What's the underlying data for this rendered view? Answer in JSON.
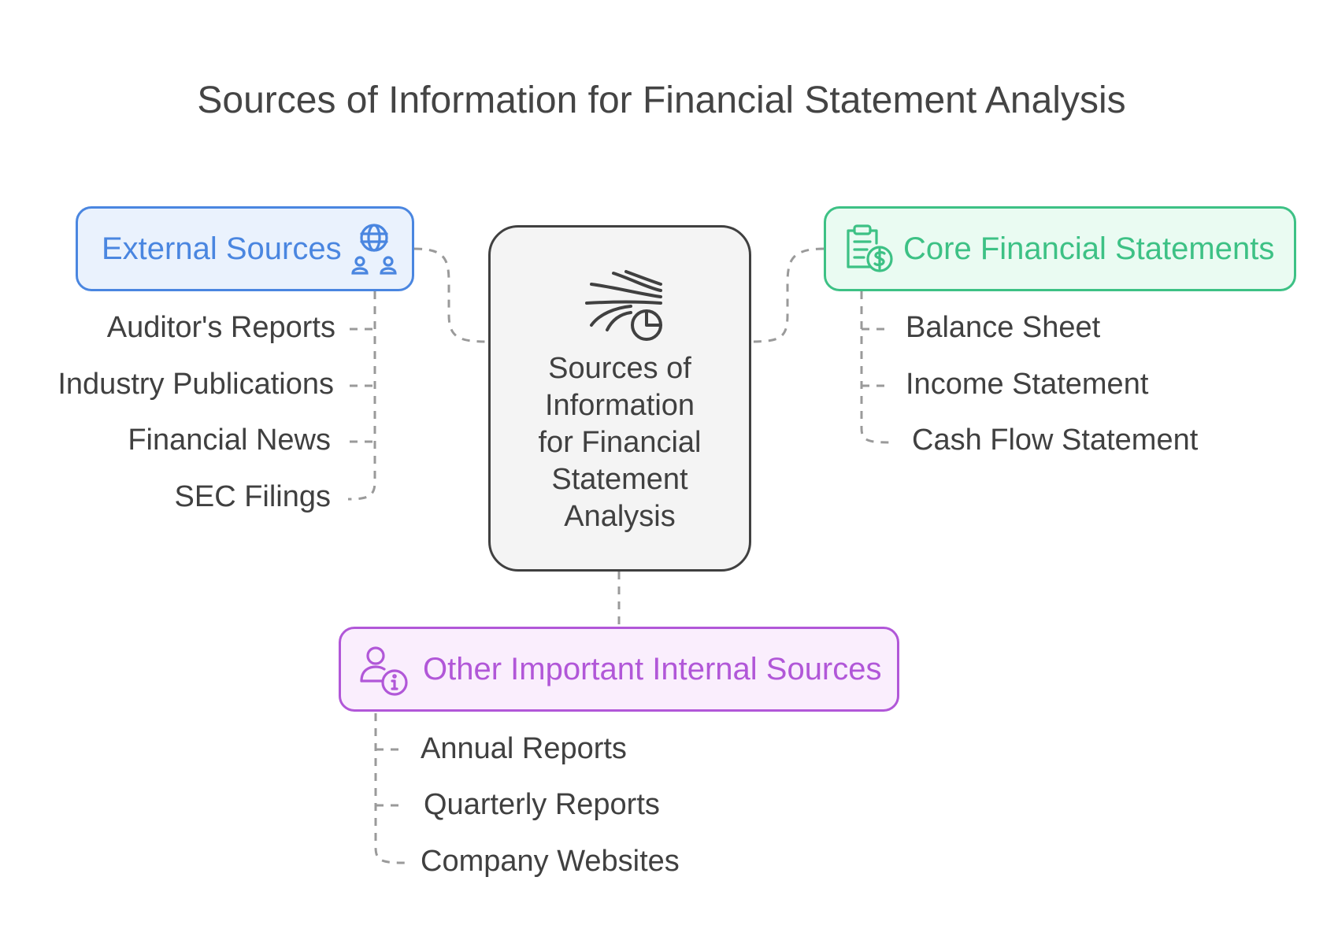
{
  "title": "Sources of Information for Financial Statement Analysis",
  "center": {
    "lines": [
      "Sources of",
      "Information",
      "for Financial",
      "Statement",
      "Analysis"
    ],
    "icon": "wind-chart-icon"
  },
  "external": {
    "label": "External Sources",
    "icon": "globe-users-icon",
    "color": "#4A86E0",
    "fill": "#EAF2FD",
    "items": [
      "Auditor's Reports",
      "Industry Publications",
      "Financial News",
      "SEC Filings"
    ]
  },
  "core": {
    "label": "Core Financial Statements",
    "icon": "clipboard-dollar-icon",
    "color": "#3DC185",
    "fill": "#EAFBF2",
    "items": [
      "Balance Sheet",
      "Income Statement",
      "Cash Flow Statement"
    ]
  },
  "internal": {
    "label": "Other Important Internal Sources",
    "icon": "user-info-icon",
    "color": "#B157D8",
    "fill": "#FAEEFD",
    "items": [
      "Annual Reports",
      "Quarterly Reports",
      "Company Websites"
    ]
  },
  "connector_color": "#9A9A9A"
}
